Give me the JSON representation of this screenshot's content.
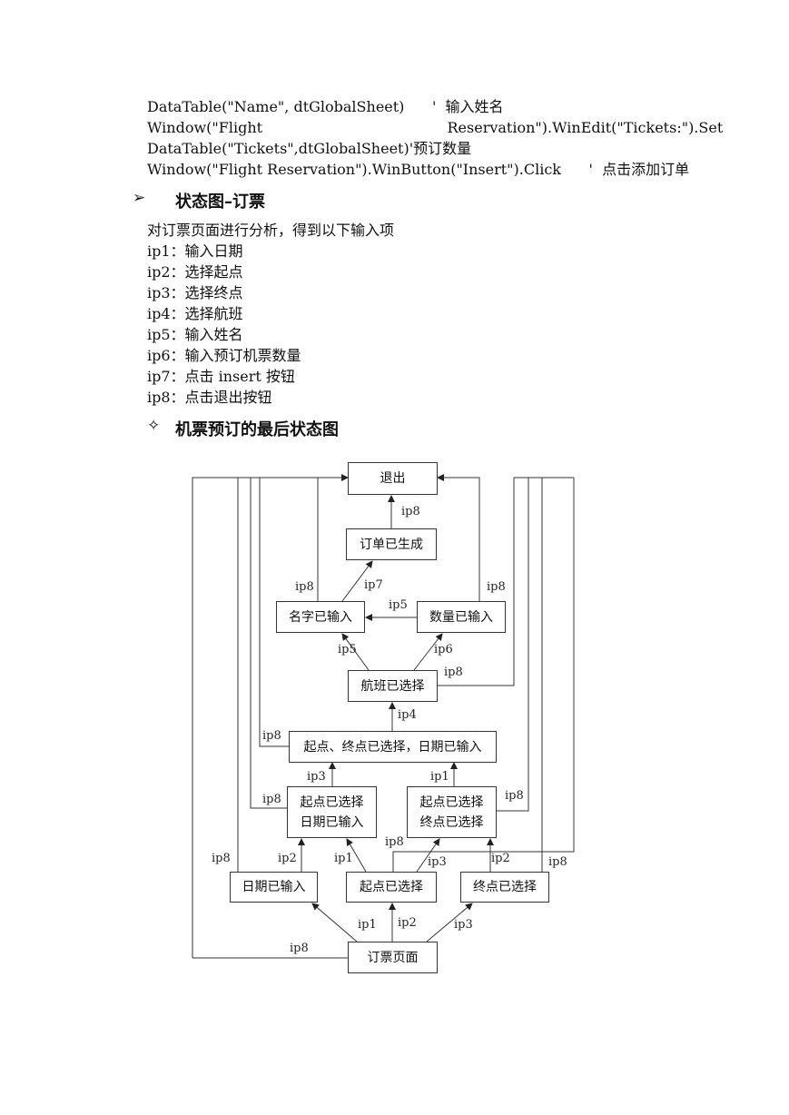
{
  "code_lines": [
    "DataTable(\"Name\", dtGlobalSheet)      '  输入姓名",
    "Window(\"Flight                                        Reservation\").WinEdit(\"Tickets:\").Set",
    "DataTable(\"Tickets\",dtGlobalSheet)'预订数量",
    "Window(\"Flight Reservation\").WinButton(\"Insert\").Click      '  点击添加订单"
  ],
  "section1": {
    "bullet": "➢",
    "title": "状态图–订票"
  },
  "intro": "对订票页面进行分析，得到以下输入项",
  "inputs": [
    "ip1：输入日期",
    "ip2：选择起点",
    "ip3：选择终点",
    "ip4：选择航班",
    "ip5：输入姓名",
    "ip6：输入预订机票数量",
    "ip7：点击 insert 按钮",
    "ip8：点击退出按钮"
  ],
  "section2": {
    "bullet": "✧",
    "title": "机票预订的最后状态图"
  },
  "diagram": {
    "states": {
      "exit": "退出",
      "order_created": "订单已生成",
      "name_entered": "名字已输入",
      "qty_entered": "数量已输入",
      "flight_selected": "航班已选择",
      "all_selected": "起点、终点已选择，日期已输入",
      "from_date": "起点已选择\n日期已输入",
      "from_to": "起点已选择\n终点已选择",
      "date_entered": "日期已输入",
      "from_selected": "起点已选择",
      "to_selected": "终点已选择",
      "booking_page": "订票页面"
    },
    "labels": {
      "ip8_exit": "ip8",
      "ip8_name": "ip8",
      "ip7": "ip7",
      "ip5_top": "ip5",
      "ip8_qty": "ip8",
      "ip5_flight": "ip5",
      "ip6": "ip6",
      "ip8_flight": "ip8",
      "ip4": "ip4",
      "ip8_all": "ip8",
      "ip3_mid": "ip3",
      "ip1_mid": "ip1",
      "ip8_fromdate": "ip8",
      "ip8_fromto": "ip8",
      "ip8_from": "ip8",
      "ip8_date": "ip8",
      "ip2_left": "ip2",
      "ip1_left": "ip1",
      "ip3_right": "ip3",
      "ip2_right": "ip2",
      "ip8_to": "ip8",
      "ip1_bottom": "ip1",
      "ip2_bottom": "ip2",
      "ip3_bottom": "ip3",
      "ip8_page": "ip8"
    }
  }
}
